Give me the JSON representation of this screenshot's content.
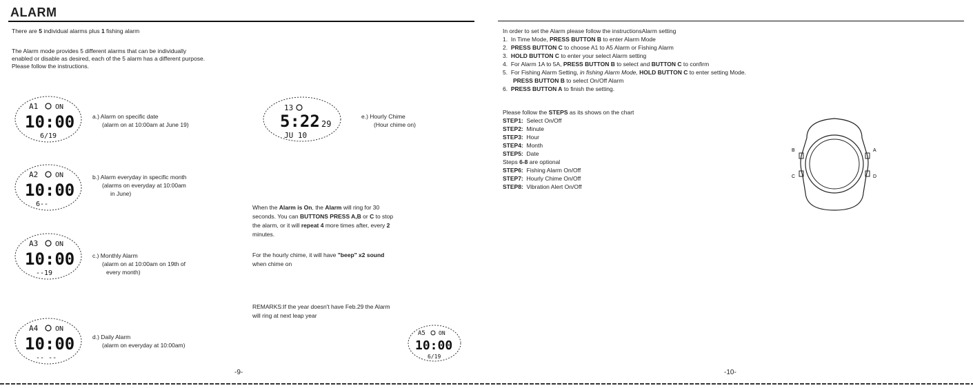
{
  "left_page": {
    "title": "ALARM",
    "intro1_pre": "There are ",
    "intro1_n1": "5",
    "intro1_mid": " individual alarms plus ",
    "intro1_n2": "1",
    "intro1_post": " fishing alarm",
    "intro2_l1": "The Alarm mode provides 5 different alarms that can be individually",
    "intro2_l2": "enabled or disable as desired, each of the 5 alarm has a different purpose.",
    "intro2_l3": "Please follow the instructions.",
    "alarm_a": {
      "l1": "a.) Alarm on specific date",
      "l2": "(alarm on at 10:00am at June 19)",
      "lcd_top": "A1",
      "lcd_onoff": "ON",
      "lcd_time": "10:00",
      "lcd_bottom": "6/19"
    },
    "alarm_b": {
      "l1": "b.) Alarm everyday in specific month",
      "l2": "(alarms on everyday at 10:00am",
      "l3": "in June)",
      "lcd_top": "A2",
      "lcd_onoff": "ON",
      "lcd_time": "10:00",
      "lcd_bottom": "6--"
    },
    "alarm_c": {
      "l1": "c.) Monthly Alarm",
      "l2": "(alarm on at 10:00am on 19th of",
      "l3": "every month)",
      "lcd_top": "A3",
      "lcd_onoff": "ON",
      "lcd_time": "10:00",
      "lcd_bottom": "--19"
    },
    "alarm_d": {
      "l1": "d.) Daily Alarm",
      "l2": "(alarm on everyday at 10:00am)",
      "lcd_top": "A4",
      "lcd_onoff": "ON",
      "lcd_time": "10:00",
      "lcd_bottom": "-- --"
    },
    "alarm_e": {
      "l1": "e.) Hourly Chime",
      "l2": "(Hour chime on)",
      "lcd_top": "13",
      "lcd_time": "5:22",
      "lcd_sec": "29",
      "lcd_bottom": "JU 10"
    },
    "mid1_l1_pre": "When the ",
    "mid1_l1_b1": "Alarm is On",
    "mid1_l1_mid": ", the ",
    "mid1_l1_b2": "Alarm",
    "mid1_l1_post": " will ring for 30",
    "mid1_l2_pre": "seconds. You can ",
    "mid1_l2_b": "BUTTONS PRESS A,B",
    "mid1_l2_mid": " or ",
    "mid1_l2_b2": "C",
    "mid1_l2_post": " to stop",
    "mid1_l3_pre": "the alarm, or it will ",
    "mid1_l3_b": "repeat 4",
    "mid1_l3_post": " more times after, every ",
    "mid1_l3_b2": "2",
    "mid1_l4": "minutes.",
    "mid2_l1_pre": "For the hourly chime, it will have ",
    "mid2_l1_b": "\"beep\" x2 sound",
    "mid2_l2": "when chime on",
    "remarks_l1": "REMARKS:If the year doesn't have Feb.29 the Alarm",
    "remarks_l2": "will ring at next leap year",
    "remark_lcd": {
      "top": "A5",
      "onoff": "ON",
      "time": "10:00",
      "bottom": "6/19"
    },
    "page_number": "-9-"
  },
  "right_page": {
    "intro": "In order to set the Alarm please follow the instructionsAlarm setting",
    "steps": [
      {
        "n": "1.",
        "pre": "In Time Mode, ",
        "b": "PRESS BUTTON B",
        "post": " to enter Alarm Mode"
      },
      {
        "n": "2.",
        "pre": "",
        "b": "PRESS BUTTON C",
        "post": " to choose A1 to A5 Alarm or Fishing Alarm"
      },
      {
        "n": "3.",
        "pre": "",
        "b": "HOLD BUTTON C",
        "post": " to enter your select Alarm setting"
      },
      {
        "n": "4.",
        "pre": "For Alarm 1A to 5A, ",
        "b": "PRESS BUTTON B",
        "post": " to select and "
      }
    ],
    "step4_b2": "BUTTON C",
    "step4_post2": " to confirm",
    "step5_n": "5.",
    "step5_pre": "For Fishing Alarm Setting, ",
    "step5_i": "in fishing Alarm Mode,",
    "step5_b": " HOLD BUTTON C",
    "step5_post": " to enter setting Mode.",
    "step5_l2_b": "PRESS BUTTON B",
    "step5_l2_post": " to select On/Off Alarm",
    "step6_n": "6.",
    "step6_b": "PRESS BUTTON A",
    "step6_post": " to finish the setting.",
    "chart_intro_pre": "Please follow the ",
    "chart_intro_b": "STEPS",
    "chart_intro_post": " as its shows on the chart",
    "step_list": [
      {
        "label": "STEP1:",
        "text": "Select On/Off"
      },
      {
        "label": "STEP2:",
        "text": "Minute"
      },
      {
        "label": "STEP3:",
        "text": "Hour"
      },
      {
        "label": "STEP4:",
        "text": "Month"
      },
      {
        "label": "STEP5:",
        "text": "Date"
      }
    ],
    "optional_pre": "Steps ",
    "optional_b": "6-8",
    "optional_post": " are optional",
    "step_list2": [
      {
        "label": "STEP6:",
        "text": "Fishing Alarm On/Off"
      },
      {
        "label": "STEP7:",
        "text": "Hourly Chime On/Off"
      },
      {
        "label": "STEP8:",
        "text": "Vibration Alert On/Off"
      }
    ],
    "watch_labels": {
      "b": "B",
      "a": "A",
      "c": "C",
      "d": "D"
    },
    "page_number": "-10-"
  }
}
